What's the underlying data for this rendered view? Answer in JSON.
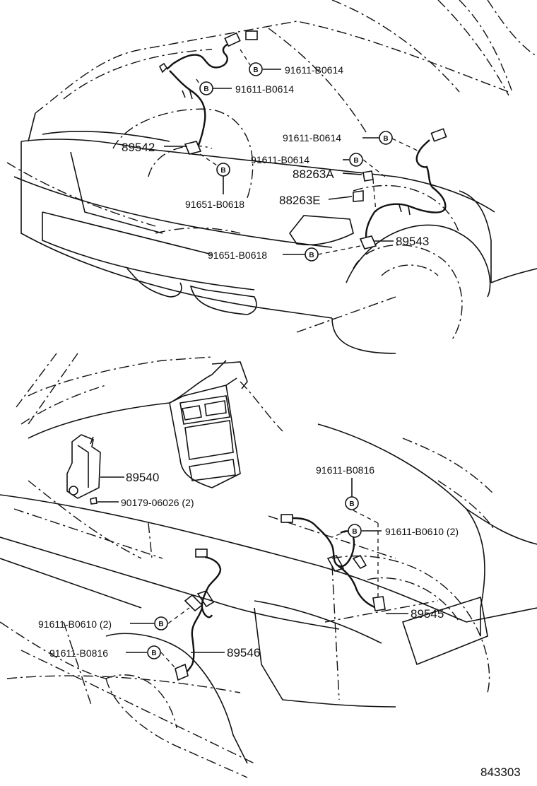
{
  "labels": {
    "c1": "91611-B0614",
    "c2": "91611-B0614",
    "c3": "91611-B0614",
    "c4": "91611-B0614",
    "p89542": "89542",
    "p88263a": "88263A",
    "p88263e": "88263E",
    "c5": "91651-B0618",
    "c6": "91651-B0618",
    "p89543": "89543",
    "p89540": "89540",
    "c7": "90179-06026 (2)",
    "c8": "91611-B0816",
    "c9": "91611-B0610 (2)",
    "p89545": "89545",
    "c10": "91611-B0610 (2)",
    "c11": "91611-B0816",
    "p89546": "89546",
    "ref": "843303"
  },
  "badge_letter": "B"
}
